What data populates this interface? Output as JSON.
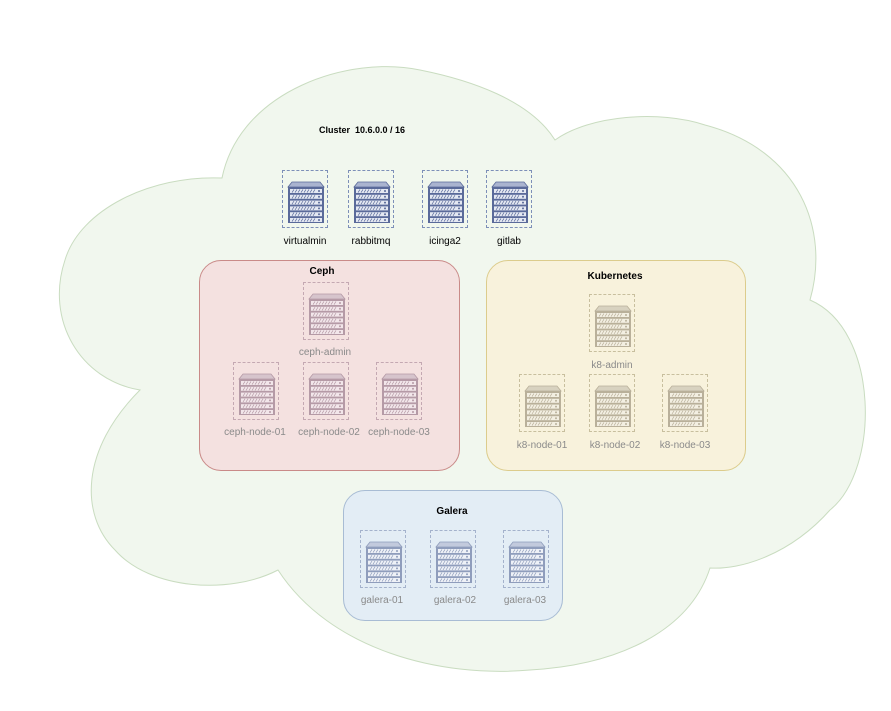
{
  "cluster": {
    "title": "Cluster  10.6.0.0 / 16",
    "nodes": [
      "virtualmin",
      "rabbitmq",
      "icinga2",
      "gitlab"
    ]
  },
  "groups": {
    "ceph": {
      "title": "Ceph",
      "admin": "ceph-admin",
      "nodes": [
        "ceph-node-01",
        "ceph-node-02",
        "ceph-node-03"
      ]
    },
    "kubernetes": {
      "title": "Kubernetes",
      "admin": "k8-admin",
      "nodes": [
        "k8-node-01",
        "k8-node-02",
        "k8-node-03"
      ]
    },
    "galera": {
      "title": "Galera",
      "nodes": [
        "galera-01",
        "galera-02",
        "galera-03"
      ]
    }
  },
  "colors": {
    "cloud_fill": "#f1f7ee",
    "cloud_stroke": "#c9dcc0",
    "ceph_fill": "#f4e1e0",
    "ceph_stroke": "#c98a88",
    "k8_fill": "#f8f2dc",
    "k8_stroke": "#dccc8c",
    "galera_fill": "#e3edf5",
    "galera_stroke": "#a8bcd4"
  }
}
